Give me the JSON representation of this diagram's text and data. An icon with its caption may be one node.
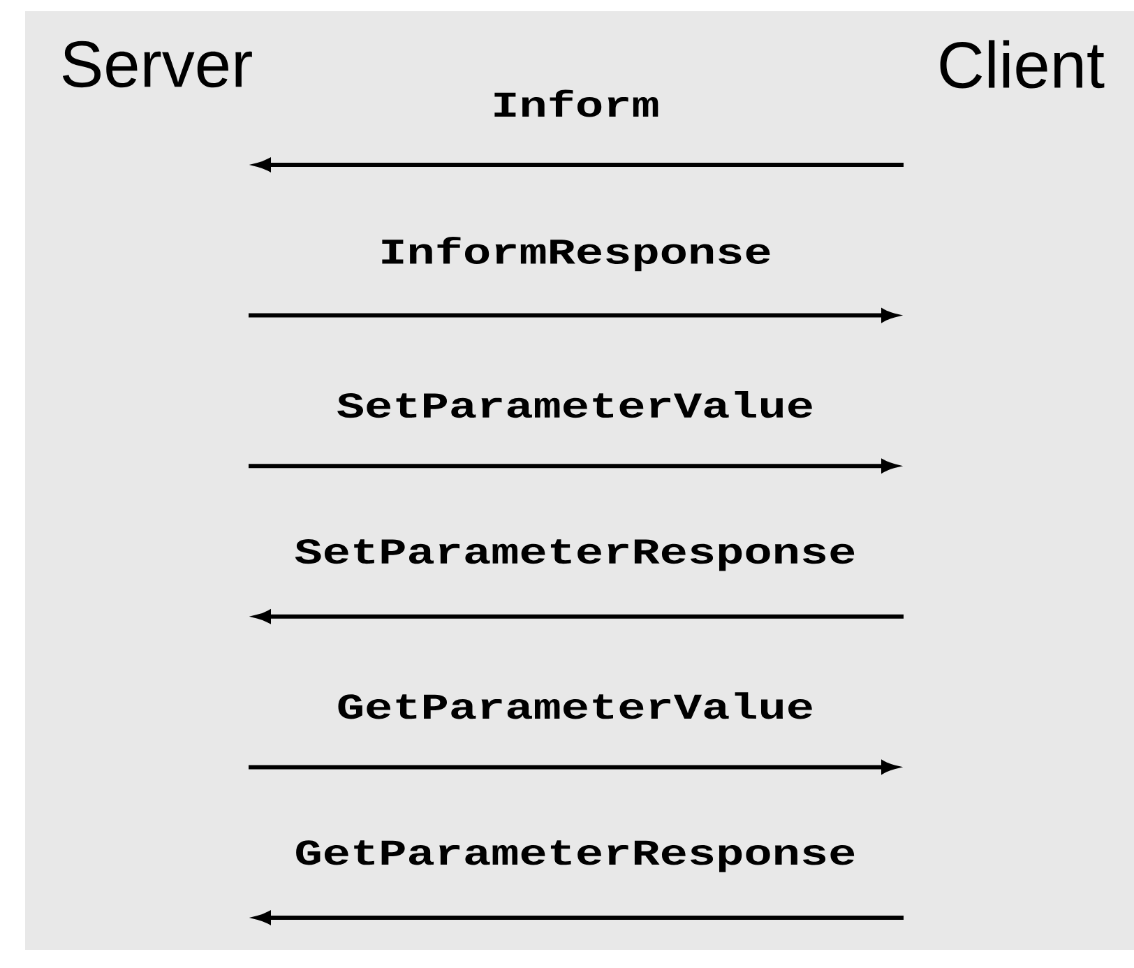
{
  "diagram": {
    "labels": [
      "Server",
      "Client",
      "Inform",
      "InformResponse",
      "SetParameterValue",
      "SetParameterResponse",
      "GetParameterValue",
      "GetParameterResponse"
    ]
  }
}
